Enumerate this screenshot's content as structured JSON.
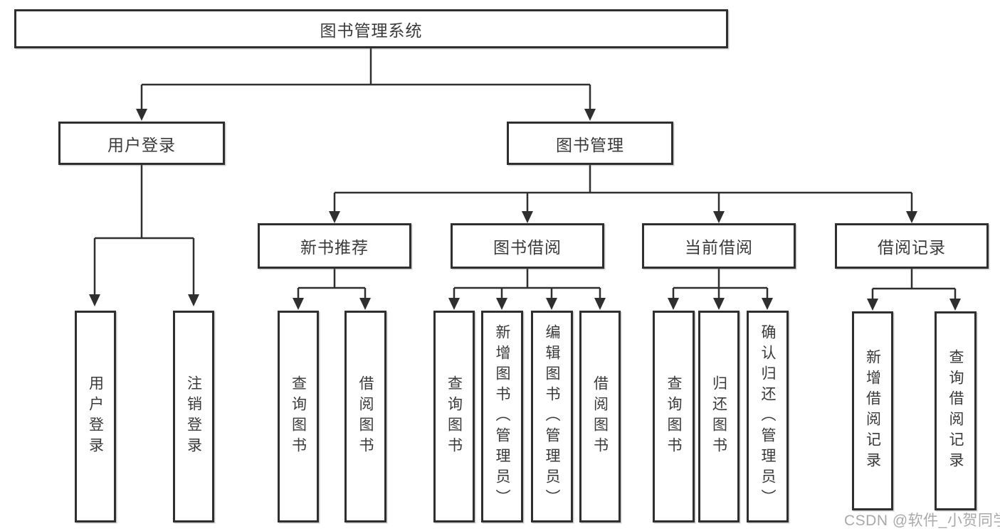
{
  "tree": {
    "root": "图书管理系统",
    "level2": {
      "user_login": "用户登录",
      "book_mgmt": "图书管理"
    },
    "level3": {
      "new_book": "新书推荐",
      "book_borrow": "图书借阅",
      "current_borrow": "当前借阅",
      "borrow_record": "借阅记录"
    },
    "leaves": {
      "user_login": [
        "用户登录",
        "注销登录"
      ],
      "new_book": [
        "查询图书",
        "借阅图书"
      ],
      "book_borrow": [
        "查询图书",
        "新增图书（管理员）",
        "编辑图书（管理员）",
        "借阅图书"
      ],
      "current_borrow": [
        "查询图书",
        "归还图书",
        "确认归还（管理员）"
      ],
      "borrow_record": [
        "新增借阅记录",
        "查询借阅记录"
      ]
    }
  },
  "watermark": "CSDN @软件_小贺同学",
  "colors": {
    "line": "#2f2f2f",
    "text": "#3a3a3a",
    "background": "#ffffff",
    "watermark": "#a9a9a9"
  }
}
